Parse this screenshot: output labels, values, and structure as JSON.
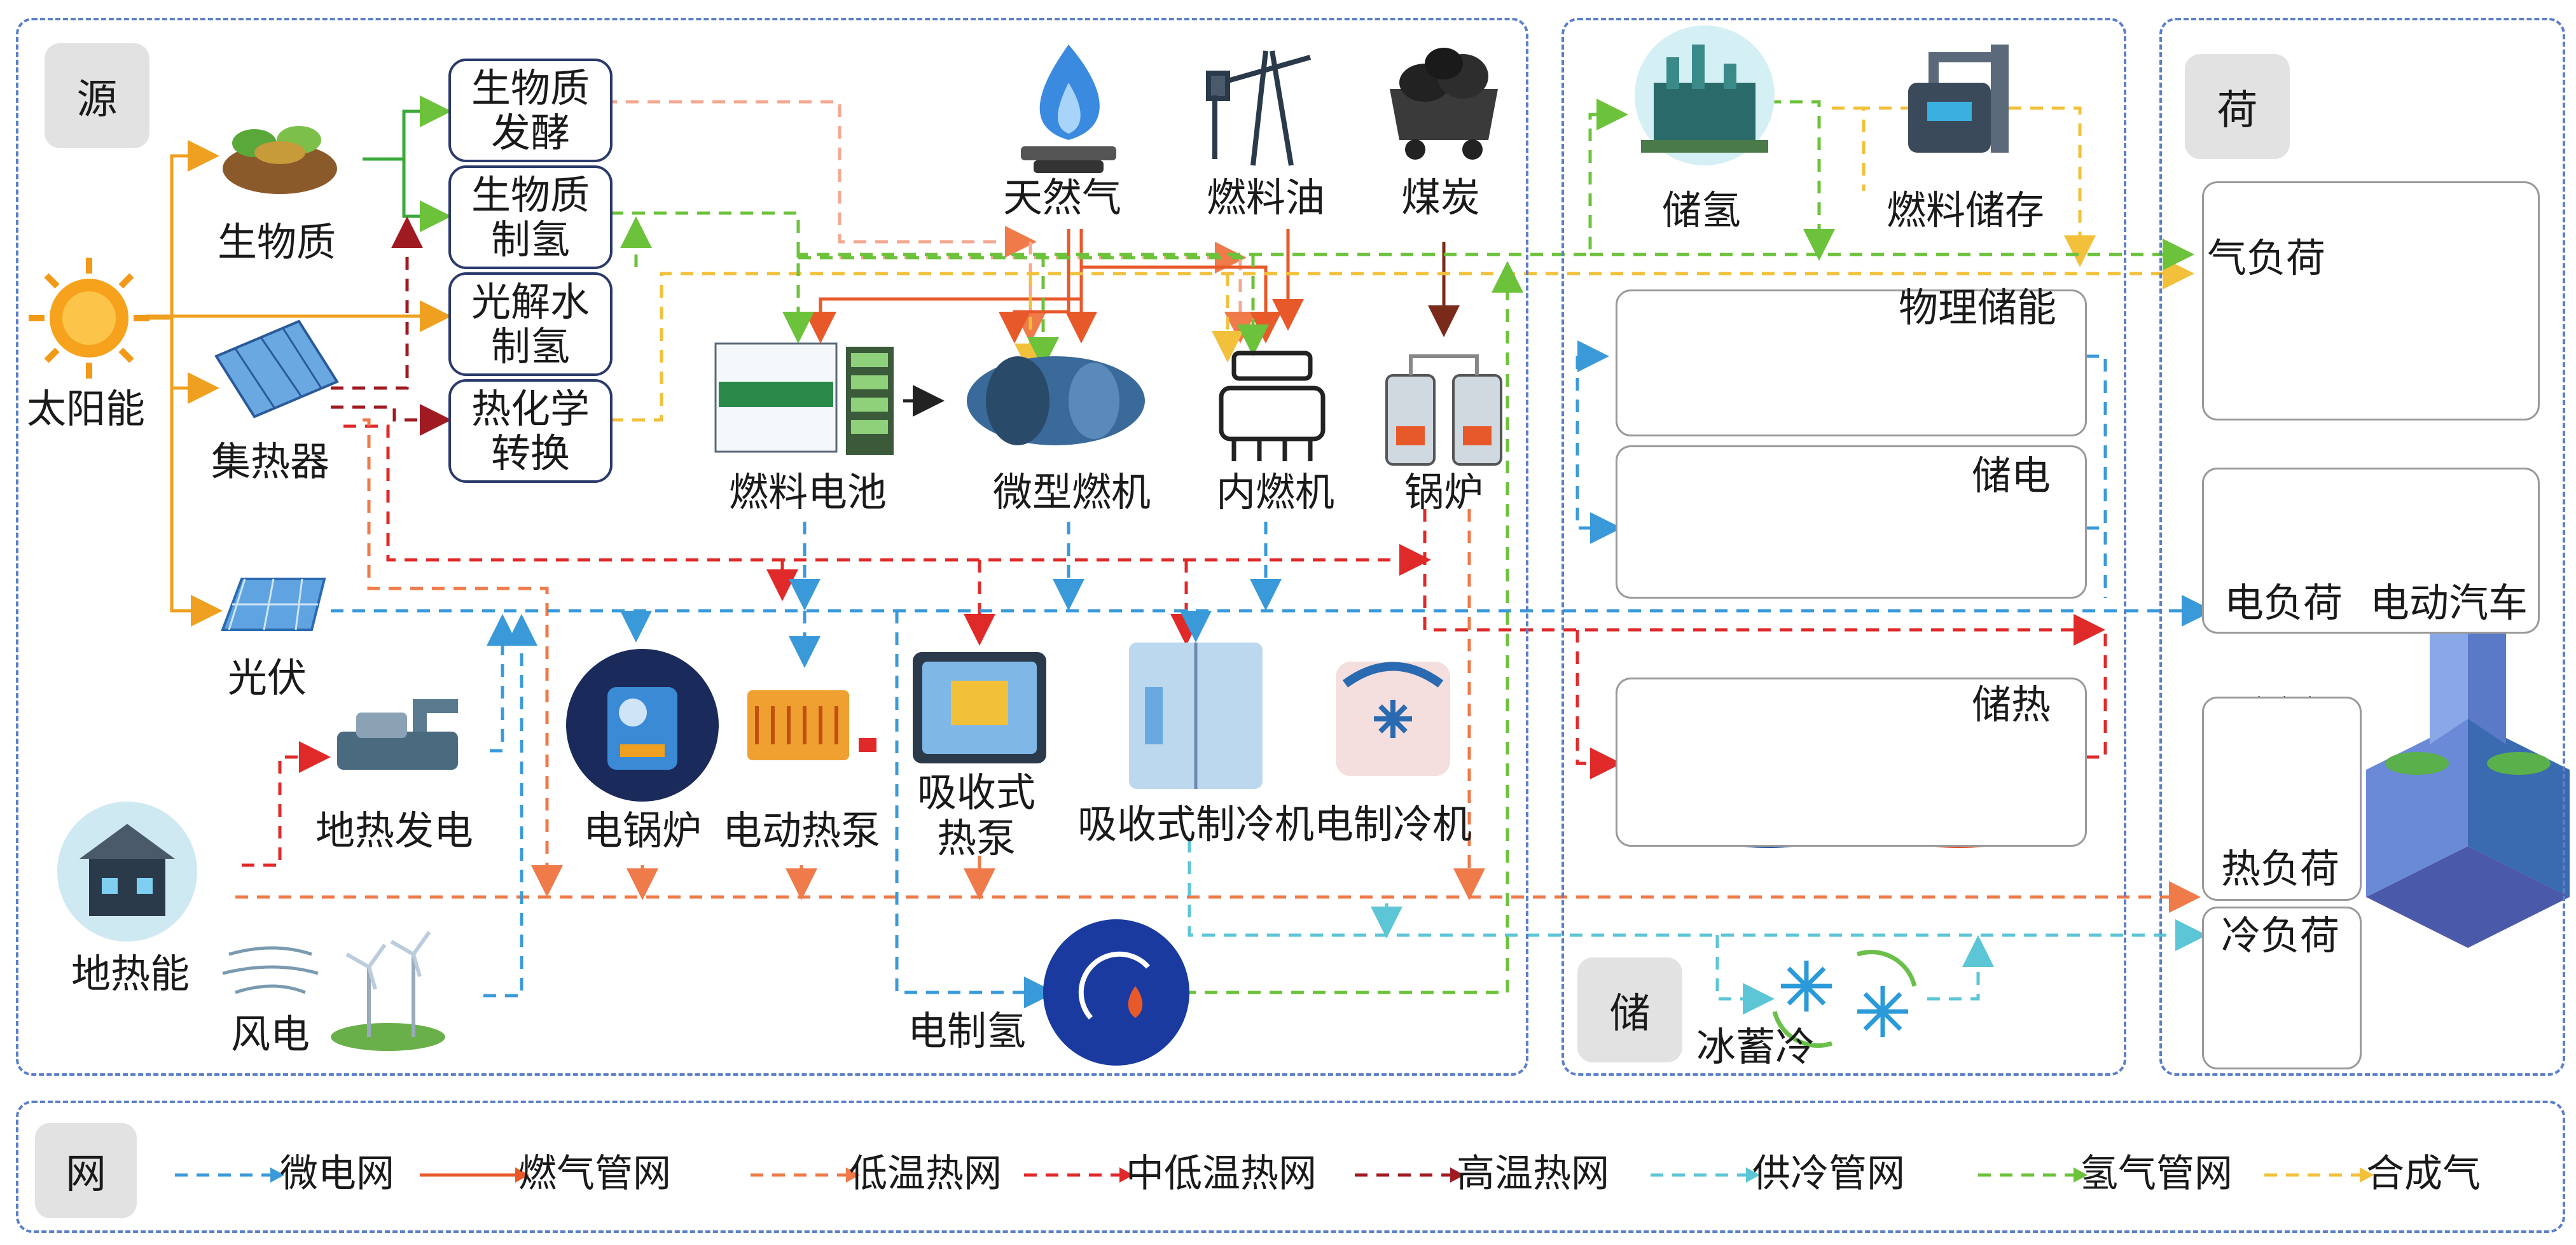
{
  "sections": {
    "source": "源",
    "storage": "储",
    "load": "荷",
    "grid": "网"
  },
  "sources": {
    "solar": "太阳能",
    "biomass": "生物质",
    "collector": "集热器",
    "pv": "光伏",
    "geothermal_power": "地热发电",
    "geothermal_energy": "地热能",
    "wind": "风电"
  },
  "processes": {
    "bio_ferment": "生物质\n发酵",
    "bio_hydrogen": "生物质\n制氢",
    "photolysis": "光解水\n制氢",
    "thermochem": "热化学\n转换"
  },
  "fuels": {
    "natural_gas": "天然气",
    "fuel_oil": "燃料油",
    "coal": "煤炭"
  },
  "converters": {
    "fuel_cell": "燃料电池",
    "micro_turbine": "微型燃机",
    "ice": "内燃机",
    "boiler": "锅炉",
    "electric_boiler": "电锅炉",
    "heat_pump": "电动热泵",
    "absorption_hp": "吸收式\n热泵",
    "absorption_chiller": "吸收式制冷机",
    "electric_chiller": "电制冷机",
    "electrolysis": "电制氢"
  },
  "storage": {
    "hydrogen": "储氢",
    "fuel_storage": "燃料储存",
    "physical": "物理储能",
    "electric": "储电",
    "thermal": "储热",
    "ice": "冰蓄冷"
  },
  "loads": {
    "gas": "气负荷",
    "electric": "电负荷",
    "ev": "电动汽车",
    "heat": "热负荷",
    "cold": "冷负荷"
  },
  "legend": [
    {
      "label": "微电网",
      "color": "#3a9ad9",
      "dashed": true
    },
    {
      "label": "燃气管网",
      "color": "#e8592a",
      "dashed": false
    },
    {
      "label": "低温热网",
      "color": "#ef7a4a",
      "dashed": true
    },
    {
      "label": "中低温热网",
      "color": "#e02a2a",
      "dashed": true
    },
    {
      "label": "高温热网",
      "color": "#a01a22",
      "dashed": true
    },
    {
      "label": "供冷管网",
      "color": "#5cc6d6",
      "dashed": true
    },
    {
      "label": "氢气管网",
      "color": "#6cc23a",
      "dashed": true
    },
    {
      "label": "合成气",
      "color": "#f2c03a",
      "dashed": true
    }
  ],
  "colors": {
    "elec": "#3a9ad9",
    "gas": "#e8592a",
    "lowheat": "#ef7a4a",
    "midheat": "#e02a2a",
    "highheat": "#a01a22",
    "cold": "#5cc6d6",
    "h2": "#6cc23a",
    "syngas": "#f2c03a",
    "solar": "#f0a020",
    "border": "#5b7fc9"
  }
}
